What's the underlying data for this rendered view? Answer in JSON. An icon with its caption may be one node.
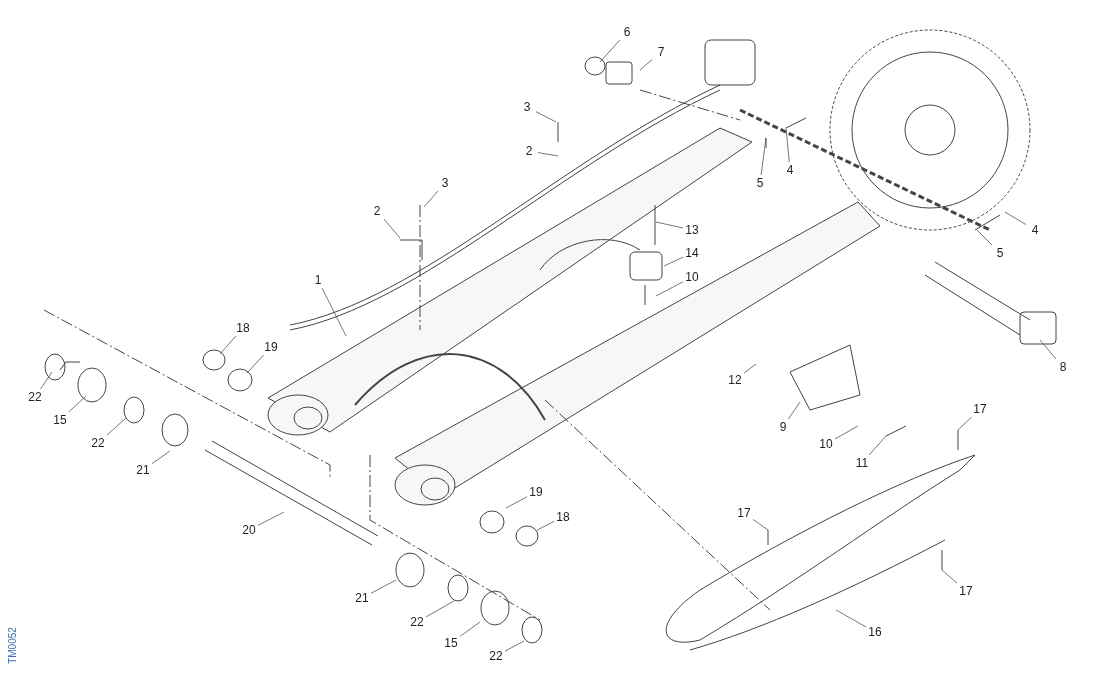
{
  "diagram": {
    "nodes": [
      {
        "text": [
          "6"
        ]
      },
      {
        "text": [
          "7"
        ]
      },
      {
        "text": [
          "3"
        ]
      },
      {
        "text": [
          "2"
        ]
      },
      {
        "text": [
          "4"
        ]
      },
      {
        "text": [
          "5"
        ]
      },
      {
        "text": [
          "3"
        ]
      },
      {
        "text": [
          "2"
        ]
      },
      {
        "text": [
          "13"
        ]
      },
      {
        "text": [
          "14"
        ]
      },
      {
        "text": [
          "4"
        ]
      },
      {
        "text": [
          "5"
        ]
      },
      {
        "text": [
          "1"
        ]
      },
      {
        "text": [
          "10"
        ]
      },
      {
        "text": [
          "18"
        ]
      },
      {
        "text": [
          "19"
        ]
      },
      {
        "text": [
          "8"
        ]
      },
      {
        "text": [
          "12"
        ]
      },
      {
        "text": [
          "22"
        ]
      },
      {
        "text": [
          "15"
        ]
      },
      {
        "text": [
          "17"
        ]
      },
      {
        "text": [
          "22"
        ]
      },
      {
        "text": [
          "9"
        ]
      },
      {
        "text": [
          "21"
        ]
      },
      {
        "text": [
          "10"
        ]
      },
      {
        "text": [
          "11"
        ]
      },
      {
        "text": [
          "19"
        ]
      },
      {
        "text": [
          "17"
        ]
      },
      {
        "text": [
          "18"
        ]
      },
      {
        "text": [
          "20"
        ]
      },
      {
        "text": [
          "21"
        ]
      },
      {
        "text": [
          "17"
        ]
      },
      {
        "text": [
          "22"
        ]
      },
      {
        "text": [
          "16"
        ]
      },
      {
        "text": [
          "15"
        ]
      },
      {
        "text": [
          "22"
        ]
      }
    ],
    "edges": [
      {
        "from": 0,
        "to": null,
        "arrow": "none"
      },
      {
        "from": 1,
        "to": null,
        "arrow": "none"
      },
      {
        "from": 2,
        "to": null,
        "arrow": "none"
      },
      {
        "from": 3,
        "to": null,
        "arrow": "none"
      },
      {
        "from": 4,
        "to": null,
        "arrow": "none"
      },
      {
        "from": 5,
        "to": null,
        "arrow": "none"
      },
      {
        "from": 6,
        "to": null,
        "arrow": "none"
      },
      {
        "from": 7,
        "to": null,
        "arrow": "none"
      },
      {
        "from": 8,
        "to": null,
        "arrow": "none"
      },
      {
        "from": 9,
        "to": null,
        "arrow": "none"
      },
      {
        "from": 10,
        "to": null,
        "arrow": "none"
      },
      {
        "from": 11,
        "to": null,
        "arrow": "none"
      },
      {
        "from": 12,
        "to": null,
        "arrow": "none"
      },
      {
        "from": 13,
        "to": null,
        "arrow": "none"
      },
      {
        "from": 14,
        "to": null,
        "arrow": "none"
      },
      {
        "from": 15,
        "to": null,
        "arrow": "none"
      },
      {
        "from": 16,
        "to": null,
        "arrow": "none"
      },
      {
        "from": 17,
        "to": null,
        "arrow": "none"
      },
      {
        "from": 18,
        "to": null,
        "arrow": "none"
      },
      {
        "from": 19,
        "to": null,
        "arrow": "none"
      },
      {
        "from": 20,
        "to": null,
        "arrow": "none"
      },
      {
        "from": 21,
        "to": null,
        "arrow": "none"
      },
      {
        "from": 22,
        "to": null,
        "arrow": "none"
      },
      {
        "from": 23,
        "to": null,
        "arrow": "none"
      },
      {
        "from": 24,
        "to": null,
        "arrow": "none"
      },
      {
        "from": 25,
        "to": null,
        "arrow": "none"
      },
      {
        "from": 26,
        "to": null,
        "arrow": "none"
      },
      {
        "from": 27,
        "to": null,
        "arrow": "none"
      },
      {
        "from": 28,
        "to": null,
        "arrow": "none"
      },
      {
        "from": 29,
        "to": null,
        "arrow": "none"
      },
      {
        "from": 30,
        "to": null,
        "arrow": "none"
      },
      {
        "from": 31,
        "to": null,
        "arrow": "none"
      },
      {
        "from": 32,
        "to": null,
        "arrow": "none"
      },
      {
        "from": 33,
        "to": null,
        "arrow": "none"
      },
      {
        "from": 34,
        "to": null,
        "arrow": "none"
      },
      {
        "from": 35,
        "to": null,
        "arrow": "none"
      }
    ],
    "labels": [
      "TM0052"
    ]
  }
}
